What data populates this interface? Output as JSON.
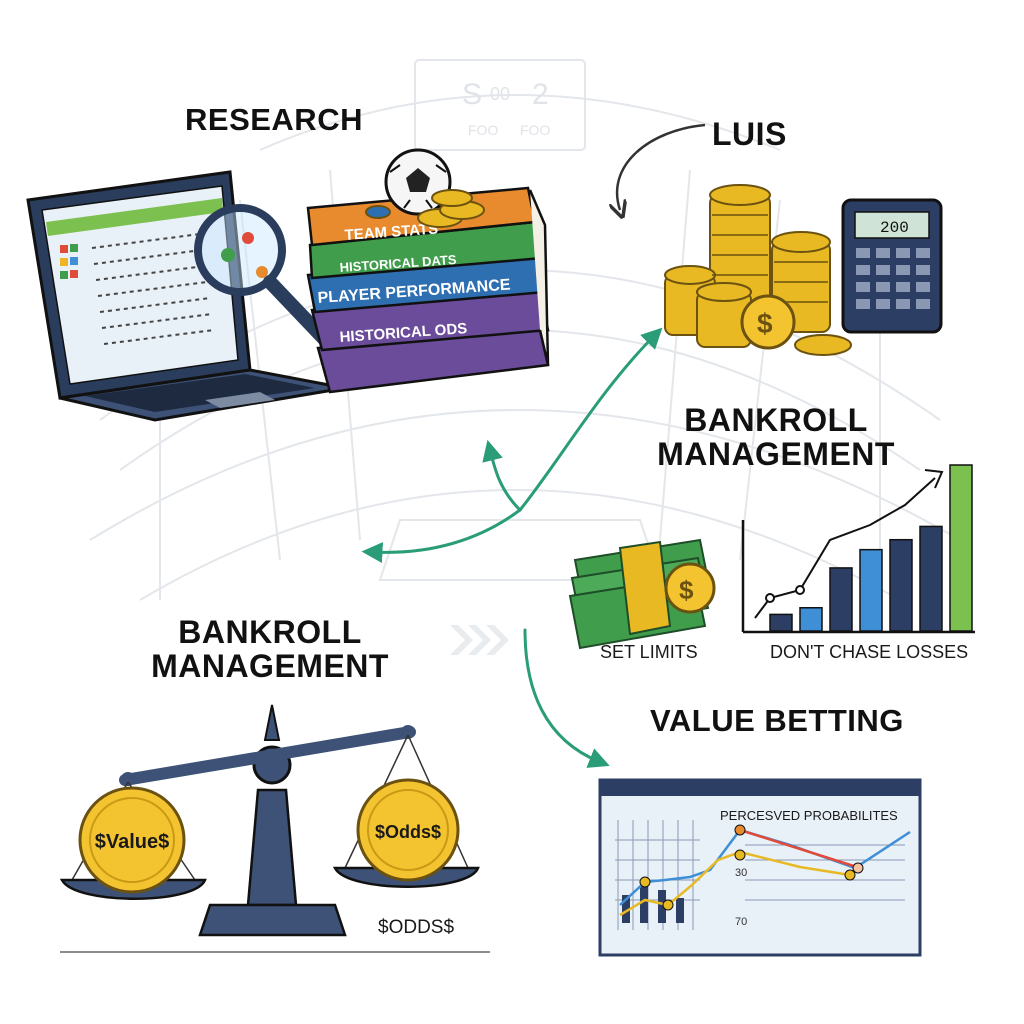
{
  "sections": {
    "research": {
      "title": "RESEARCH",
      "books": [
        "TEAM STATS",
        "HISTORICAL DATS",
        "PLAYER PERFORMANCE",
        "HISTORICAL ODS"
      ]
    },
    "luis": {
      "title": "LUIS",
      "calculator_display": "200",
      "coin_symbol": "$"
    },
    "bankroll_right": {
      "title_line1": "BANKROLL",
      "title_line2": "MANAGEMENT",
      "set_limits": "SET LIMITS",
      "dont_chase": "DON'T CHASE LOSSES",
      "bar_levels": [
        0.1,
        0.14,
        0.38,
        0.49,
        0.55,
        0.63,
        1.0
      ]
    },
    "bankroll_left": {
      "title_line1": "BANKROLL",
      "title_line2": "MANAGEMENT",
      "coin_left": "$Value$",
      "coin_right": "$Odds$",
      "caption": "$ODDS$"
    },
    "value_betting": {
      "title": "VALUE BETTING",
      "chart_title": "PERCESVED PROBABILITES",
      "axis_labels": [
        "30",
        "70"
      ]
    },
    "stadium": {
      "score_left": "S",
      "score_mid": "00",
      "score_right": "2",
      "foo_left": "FOO",
      "foo_right": "FOO"
    }
  },
  "colors": {
    "arrow_green": "#2a9d78",
    "coin_gold": "#e8b923",
    "book_orange": "#e88b2e",
    "book_green": "#3f9d4c",
    "book_blue": "#2d6fb0",
    "book_purple": "#6b4c9a",
    "bar_navy": "#2c3e63",
    "bar_blue": "#3f8fd6",
    "bar_green": "#7cc04f",
    "steel": "#3d5276"
  }
}
